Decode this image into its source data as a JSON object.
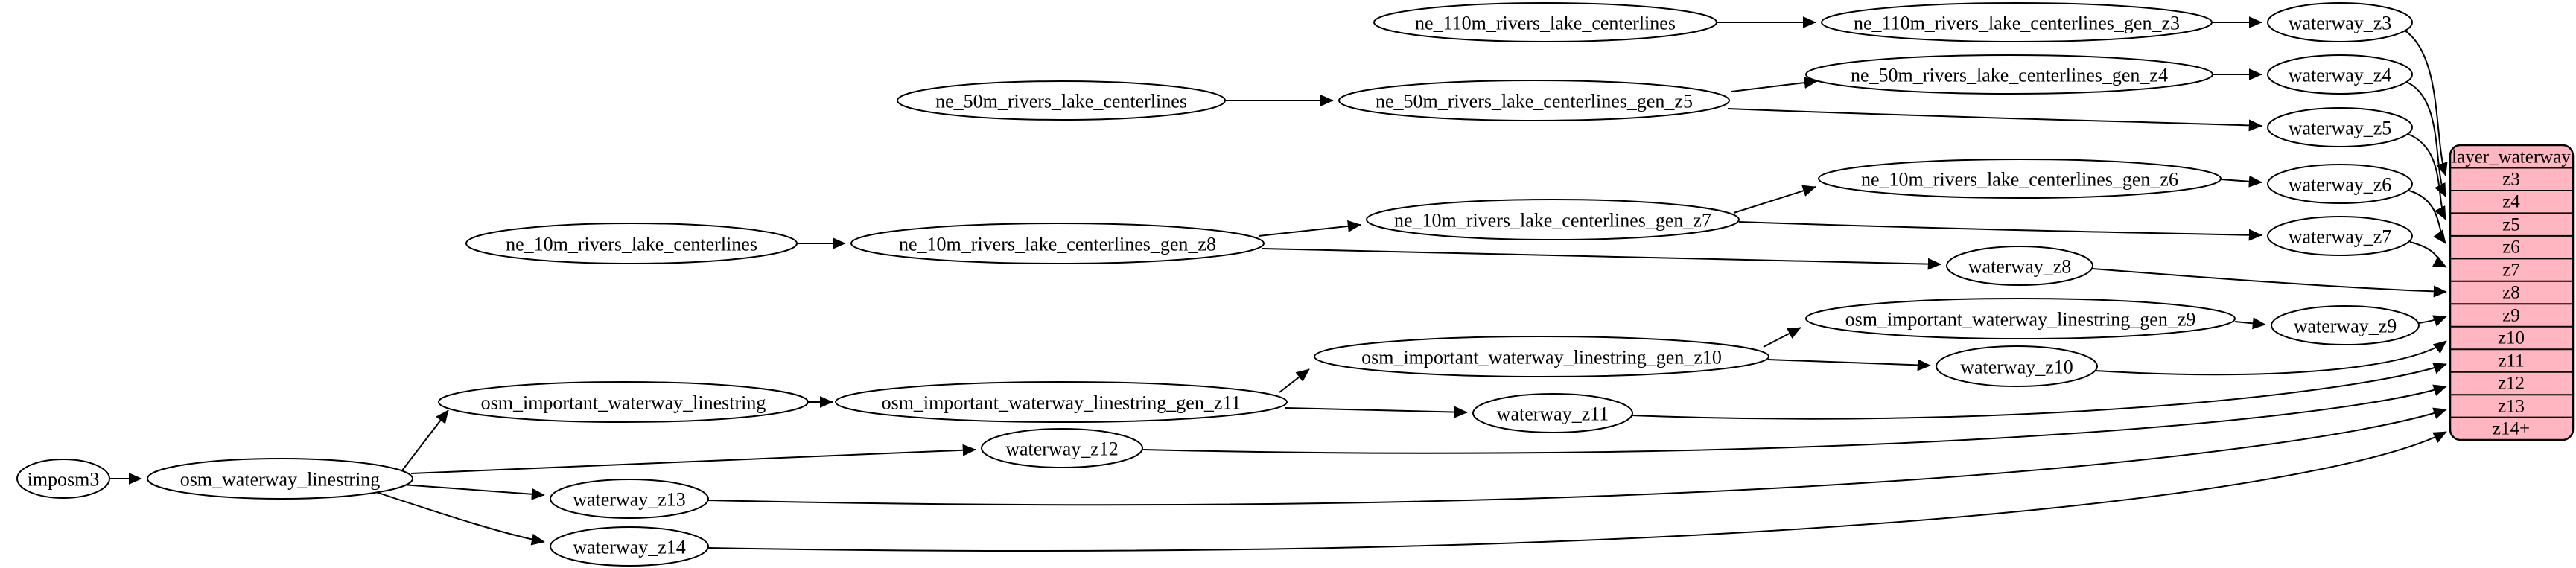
{
  "diagram": {
    "kind": "etl-dependency-graph",
    "colors": {
      "table_fill": "#ffb6c1",
      "node_fill": "#ffffff",
      "stroke": "#000000",
      "background": "#ffffff"
    },
    "nodes": {
      "imposm3": "imposm3",
      "osm_waterway_linestring": "osm_waterway_linestring",
      "osm_important_waterway_linestring": "osm_important_waterway_linestring",
      "osm_important_waterway_linestring_gen_z11": "osm_important_waterway_linestring_gen_z11",
      "osm_important_waterway_linestring_gen_z10": "osm_important_waterway_linestring_gen_z10",
      "osm_important_waterway_linestring_gen_z9": "osm_important_waterway_linestring_gen_z9",
      "ne_110m_rivers_lake_centerlines": "ne_110m_rivers_lake_centerlines",
      "ne_110m_rivers_lake_centerlines_gen_z3": "ne_110m_rivers_lake_centerlines_gen_z3",
      "ne_50m_rivers_lake_centerlines": "ne_50m_rivers_lake_centerlines",
      "ne_50m_rivers_lake_centerlines_gen_z5": "ne_50m_rivers_lake_centerlines_gen_z5",
      "ne_50m_rivers_lake_centerlines_gen_z4": "ne_50m_rivers_lake_centerlines_gen_z4",
      "ne_10m_rivers_lake_centerlines": "ne_10m_rivers_lake_centerlines",
      "ne_10m_rivers_lake_centerlines_gen_z8": "ne_10m_rivers_lake_centerlines_gen_z8",
      "ne_10m_rivers_lake_centerlines_gen_z7": "ne_10m_rivers_lake_centerlines_gen_z7",
      "ne_10m_rivers_lake_centerlines_gen_z6": "ne_10m_rivers_lake_centerlines_gen_z6",
      "waterway_z3": "waterway_z3",
      "waterway_z4": "waterway_z4",
      "waterway_z5": "waterway_z5",
      "waterway_z6": "waterway_z6",
      "waterway_z7": "waterway_z7",
      "waterway_z8": "waterway_z8",
      "waterway_z9": "waterway_z9",
      "waterway_z10": "waterway_z10",
      "waterway_z11": "waterway_z11",
      "waterway_z12": "waterway_z12",
      "waterway_z13": "waterway_z13",
      "waterway_z14": "waterway_z14"
    },
    "table": {
      "title": "layer_waterway",
      "rows": [
        "z3",
        "z4",
        "z5",
        "z6",
        "z7",
        "z8",
        "z9",
        "z10",
        "z11",
        "z12",
        "z13",
        "z14+"
      ]
    },
    "edges": [
      {
        "from": "imposm3",
        "to": "osm_waterway_linestring"
      },
      {
        "from": "osm_waterway_linestring",
        "to": "osm_important_waterway_linestring"
      },
      {
        "from": "osm_waterway_linestring",
        "to": "waterway_z12"
      },
      {
        "from": "osm_waterway_linestring",
        "to": "waterway_z13"
      },
      {
        "from": "osm_waterway_linestring",
        "to": "waterway_z14"
      },
      {
        "from": "ne_110m_rivers_lake_centerlines",
        "to": "ne_110m_rivers_lake_centerlines_gen_z3"
      },
      {
        "from": "ne_110m_rivers_lake_centerlines_gen_z3",
        "to": "waterway_z3"
      },
      {
        "from": "ne_50m_rivers_lake_centerlines",
        "to": "ne_50m_rivers_lake_centerlines_gen_z5"
      },
      {
        "from": "ne_50m_rivers_lake_centerlines_gen_z5",
        "to": "ne_50m_rivers_lake_centerlines_gen_z4"
      },
      {
        "from": "ne_50m_rivers_lake_centerlines_gen_z5",
        "to": "waterway_z5"
      },
      {
        "from": "ne_50m_rivers_lake_centerlines_gen_z4",
        "to": "waterway_z4"
      },
      {
        "from": "ne_10m_rivers_lake_centerlines",
        "to": "ne_10m_rivers_lake_centerlines_gen_z8"
      },
      {
        "from": "ne_10m_rivers_lake_centerlines_gen_z8",
        "to": "ne_10m_rivers_lake_centerlines_gen_z7"
      },
      {
        "from": "ne_10m_rivers_lake_centerlines_gen_z8",
        "to": "waterway_z8"
      },
      {
        "from": "ne_10m_rivers_lake_centerlines_gen_z7",
        "to": "ne_10m_rivers_lake_centerlines_gen_z6"
      },
      {
        "from": "ne_10m_rivers_lake_centerlines_gen_z7",
        "to": "waterway_z7"
      },
      {
        "from": "ne_10m_rivers_lake_centerlines_gen_z6",
        "to": "waterway_z6"
      },
      {
        "from": "osm_important_waterway_linestring",
        "to": "osm_important_waterway_linestring_gen_z11"
      },
      {
        "from": "osm_important_waterway_linestring_gen_z11",
        "to": "osm_important_waterway_linestring_gen_z10"
      },
      {
        "from": "osm_important_waterway_linestring_gen_z11",
        "to": "waterway_z11"
      },
      {
        "from": "osm_important_waterway_linestring_gen_z10",
        "to": "osm_important_waterway_linestring_gen_z9"
      },
      {
        "from": "osm_important_waterway_linestring_gen_z10",
        "to": "waterway_z10"
      },
      {
        "from": "osm_important_waterway_linestring_gen_z9",
        "to": "waterway_z9"
      },
      {
        "from": "waterway_z3",
        "to": "layer_waterway.z3"
      },
      {
        "from": "waterway_z4",
        "to": "layer_waterway.z4"
      },
      {
        "from": "waterway_z5",
        "to": "layer_waterway.z5"
      },
      {
        "from": "waterway_z6",
        "to": "layer_waterway.z6"
      },
      {
        "from": "waterway_z7",
        "to": "layer_waterway.z7"
      },
      {
        "from": "waterway_z8",
        "to": "layer_waterway.z8"
      },
      {
        "from": "waterway_z9",
        "to": "layer_waterway.z9"
      },
      {
        "from": "waterway_z10",
        "to": "layer_waterway.z10"
      },
      {
        "from": "waterway_z11",
        "to": "layer_waterway.z11"
      },
      {
        "from": "waterway_z12",
        "to": "layer_waterway.z12"
      },
      {
        "from": "waterway_z13",
        "to": "layer_waterway.z13"
      },
      {
        "from": "waterway_z14",
        "to": "layer_waterway.z14+"
      }
    ]
  }
}
